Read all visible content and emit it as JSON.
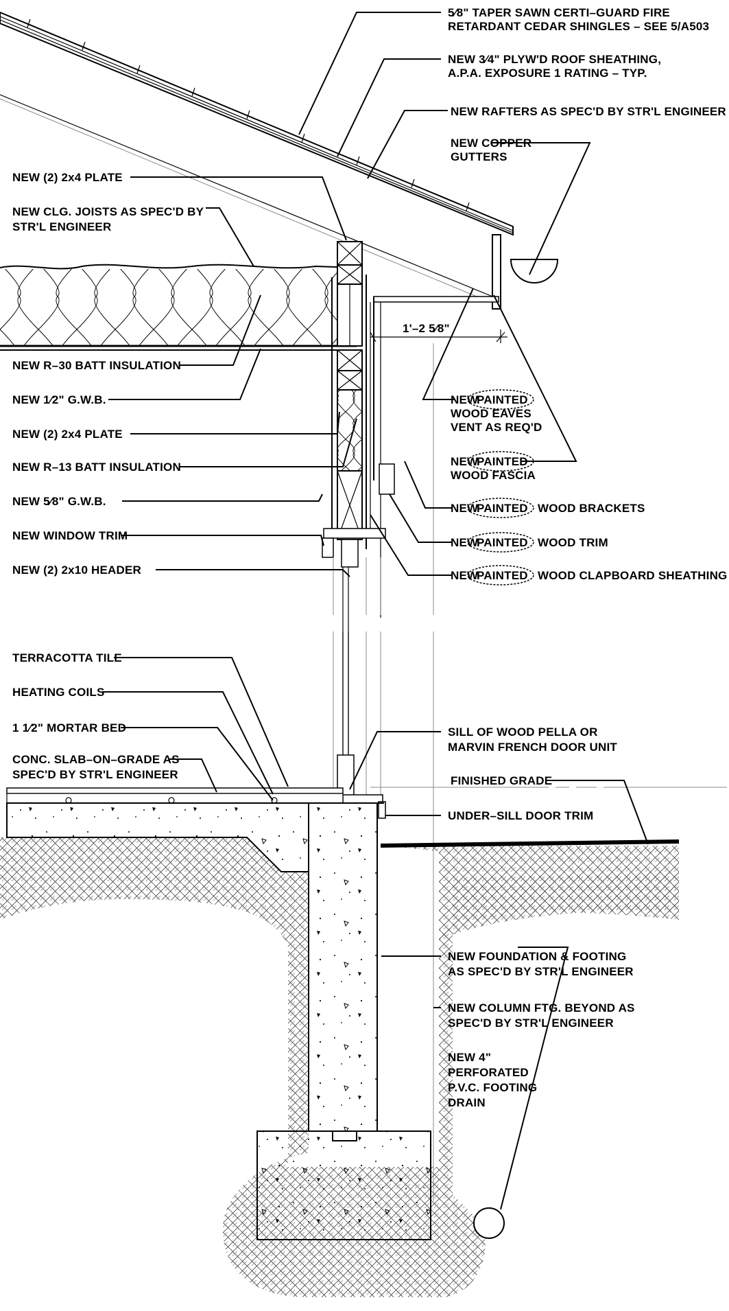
{
  "labels": {
    "shingles_1": "5⁄8\" TAPER SAWN CERTI–GUARD FIRE",
    "shingles_2": "RETARDANT CEDAR SHINGLES – SEE 5/A503",
    "sheathing_1": "NEW 3⁄4\" PLYW'D ROOF SHEATHING,",
    "sheathing_2": "A.P.A. EXPOSURE 1 RATING – TYP.",
    "rafters": "NEW RAFTERS AS SPEC'D BY STR'L ENGINEER",
    "gutters_1": "NEW COPPER",
    "gutters_2": "GUTTERS",
    "plate_top": "NEW (2) 2x4 PLATE",
    "joists_1": "NEW CLG. JOISTS AS SPEC'D BY",
    "joists_2": "STR'L ENGINEER",
    "r30": "NEW R–30 BATT INSULATION",
    "gwb_half": "NEW 1⁄2\" G.W.B.",
    "plate_mid": "NEW (2) 2x4 PLATE",
    "r13": "NEW R–13 BATT INSULATION",
    "gwb_five8": "NEW 5⁄8\" G.W.B.",
    "window_trim": "NEW WINDOW TRIM",
    "header": "NEW (2) 2x10 HEADER",
    "dimension": "1'–2 5⁄8\"",
    "vent_1": "NEW",
    "vent_cloud": "PAINTED",
    "vent_2": "WOOD EAVES",
    "vent_3": "VENT AS REQ'D",
    "fascia_1": "NEW",
    "fascia_cloud": "PAINTED",
    "fascia_2": "WOOD FASCIA",
    "brackets_1": "NEW",
    "brackets_cloud": "PAINTED",
    "brackets_2": "WOOD BRACKETS",
    "trim_1": "NEW",
    "trim_cloud": "PAINTED",
    "trim_2": "WOOD TRIM",
    "clap_1": "NEW",
    "clap_cloud": "PAINTED",
    "clap_2": "WOOD CLAPBOARD SHEATHING",
    "terracotta": "TERRACOTTA TILE",
    "heating": "HEATING COILS",
    "mortar": "1 1⁄2\" MORTAR BED",
    "slab_1": "CONC. SLAB–ON–GRADE AS",
    "slab_2": "SPEC'D BY STR'L ENGINEER",
    "sill_1": "SILL OF WOOD PELLA OR",
    "sill_2": "MARVIN FRENCH DOOR UNIT",
    "grade": "FINISHED GRADE",
    "undersill": "UNDER–SILL DOOR TRIM",
    "foundation_1": "NEW FOUNDATION & FOOTING",
    "foundation_2": "AS SPEC'D BY STR'L ENGINEER",
    "column_1": "NEW COLUMN FTG. BEYOND AS",
    "column_2": "SPEC'D BY STR'L ENGINEER",
    "drain_1": "NEW 4\"",
    "drain_2": "PERFORATED",
    "drain_3": "P.V.C. FOOTING",
    "drain_4": "DRAIN"
  }
}
